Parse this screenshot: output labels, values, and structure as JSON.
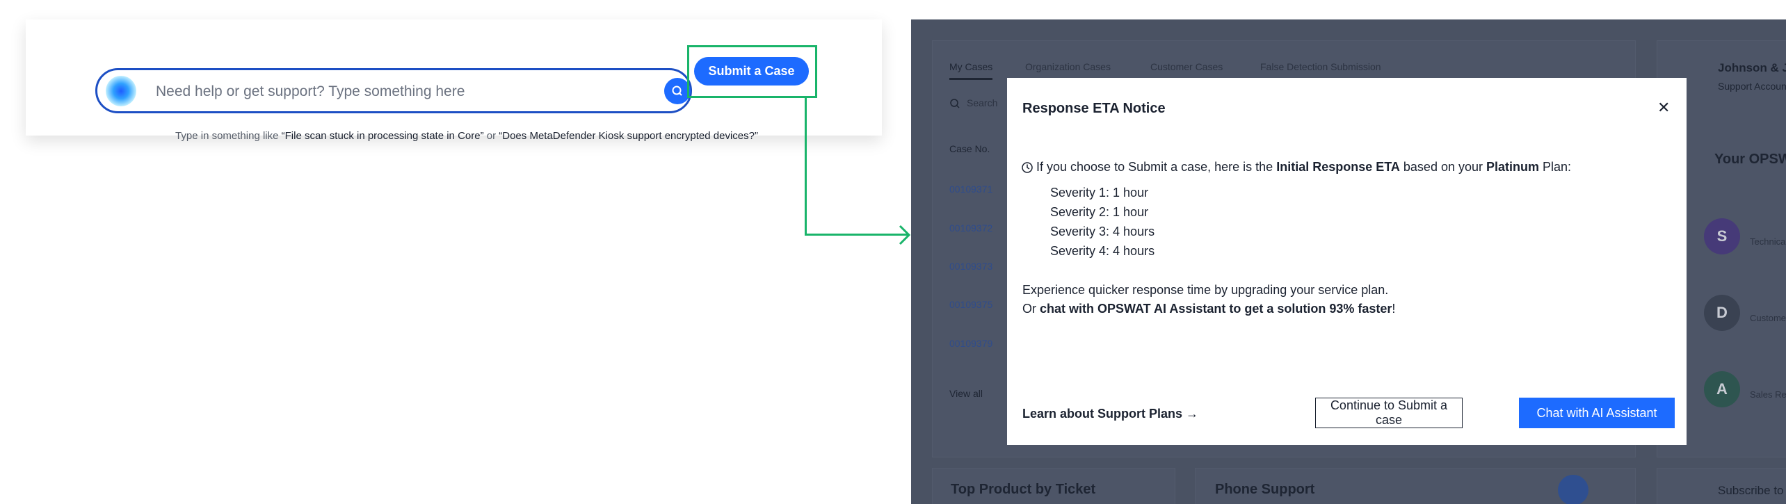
{
  "search": {
    "placeholder": "Need help or get support? Type something here",
    "submit_label": "Submit a Case",
    "hint_prefix": "Type in something like ",
    "hint_example1": "“File scan stuck in processing state in Core”",
    "hint_or": " or ",
    "hint_example2": "“Does MetaDefender Kiosk support encrypted devices?”"
  },
  "background": {
    "tabs": [
      "My Cases",
      "Organization Cases",
      "Customer Cases",
      "False Detection Submission"
    ],
    "search_placeholder": "Search",
    "case_header": "Case No.",
    "cases": [
      "00109371",
      "00109372",
      "00109373",
      "00109375",
      "00109379"
    ],
    "view_all": "View all",
    "account_name": "Johnson & Johnson",
    "support_account_label": "Support Account:",
    "team_title": "Your OPSWAT Team",
    "team": [
      {
        "initial": "S",
        "role": "Technical Account Manager",
        "color": "#5b3fa8"
      },
      {
        "initial": "D",
        "role": "Customer Success",
        "color": "#3d4658"
      },
      {
        "initial": "A",
        "role": "Sales Representative",
        "color": "#1f6b58"
      }
    ],
    "cards": [
      "Top Product by Ticket",
      "Phone Support",
      "Subscribe to Critical Alerts"
    ]
  },
  "modal": {
    "title": "Response ETA Notice",
    "intro_1": "If you choose to Submit a case, here is the ",
    "intro_bold1": "Initial Response ETA",
    "intro_2": " based on your ",
    "intro_bold2": "Platinum",
    "intro_3": " Plan:",
    "severities": [
      "Severity 1: 1 hour",
      "Severity 2: 1 hour",
      "Severity 3: 4 hours",
      "Severity 4: 4 hours"
    ],
    "upgrade_text": "Experience quicker response time by upgrading your service plan.",
    "chat_prefix": "Or ",
    "chat_bold": "chat with OPSWAT AI Assistant to get a solution 93% faster",
    "chat_suffix": "!",
    "learn_link": "Learn about Support Plans →",
    "continue_label": "Continue to Submit a case",
    "chat_label": "Chat with AI Assistant"
  },
  "colors": {
    "accent": "#1d6bff",
    "highlight": "#19b46a",
    "overlay": "#4a5263"
  }
}
